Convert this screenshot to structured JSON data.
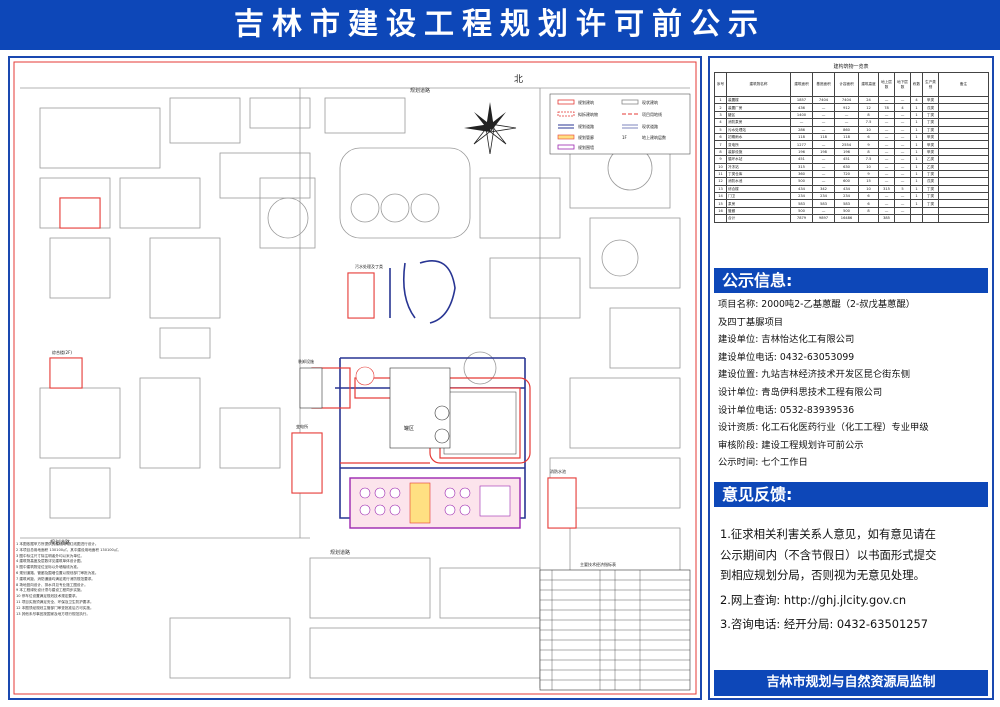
{
  "page_title": "吉林市建设工程规划许可前公示",
  "plan": {
    "north_label": "北",
    "road_labels": [
      "规划道路",
      "规划道路",
      "规划道路"
    ],
    "legend": [
      {
        "label": "规划建筑",
        "color": "#e53935"
      },
      {
        "label": "现状建筑",
        "color": "#888888"
      },
      {
        "label": "拟拆建筑物",
        "color": "#e53935"
      },
      {
        "label": "项目用地线",
        "color": "#e53935"
      },
      {
        "label": "规划道路",
        "color": "#283593"
      },
      {
        "label": "现状道路",
        "color": "#283593"
      },
      {
        "label": "规划管廊",
        "color": "#e53935"
      },
      {
        "label": "地上建筑层数",
        "color": "#000000"
      },
      {
        "label": "规划围墙",
        "color": "#9c27b0"
      }
    ],
    "building_labels": [
      "污水处理及丁类",
      "罐区",
      "装卸设施",
      "变电所",
      "消防水池",
      "综合楼(2F)"
    ],
    "notes": [
      "1 本图依据甲方所提供的建设用地红线图进行设计。",
      "2 本项目总用地面积 130100㎡，其中建设用地面积 130100㎡。",
      "3 图中标注尺寸除注明者外均以米为单位。",
      "4 建筑物高度及层数详见建筑单体设计图。",
      "5 图中建筑物定位坐标以外墙轴线为准。",
      "6 规划道路、管廊及围墙位置以规划部门审批为准。",
      "7 建筑间距、消防通道均满足现行消防规范要求。",
      "8 场地竖向设计、排水详见专业施工图设计。",
      "9 本工程绿化设计须与建设工程同步实施。",
      "10 停车位设置满足规划技术规定要求。",
      "11 项目实施须满足安全、环保及卫生防护要求。",
      "12 本图须经规划主管部门审查批准后方可实施。",
      "13 其他未尽事宜按国家及地方现行规范执行。"
    ],
    "indicator_title": "主要技术经济指标表"
  },
  "building_table": {
    "title": "建构筑物一览表",
    "columns": [
      "序号",
      "建筑物名称",
      "建筑面积",
      "基底面积",
      "计容面积",
      "建筑高度",
      "地上层数",
      "地下层数",
      "栋数",
      "生产类别",
      "备注"
    ],
    "rows": [
      [
        "1",
        "装置楼",
        "1857",
        "7404",
        "7404",
        "24",
        "—",
        "—",
        "4",
        "甲类",
        ""
      ],
      [
        "2",
        "装置厂房",
        "436",
        "—",
        "912",
        "12",
        "78",
        "4",
        "1",
        "戊类",
        ""
      ],
      [
        "3",
        "罐区",
        "1400",
        "—",
        "—",
        "8",
        "—",
        "—",
        "1",
        "丁类",
        ""
      ],
      [
        "4",
        "消防泵房",
        "—",
        "—",
        "—",
        "7.5",
        "—",
        "—",
        "1",
        "丁类",
        ""
      ],
      [
        "5",
        "污水处理站",
        "286",
        "—",
        "860",
        "10",
        "—",
        "—",
        "1",
        "丁类",
        ""
      ],
      [
        "6",
        "初期雨水",
        "118",
        "118",
        "118",
        "6",
        "—",
        "—",
        "1",
        "甲类",
        ""
      ],
      [
        "7",
        "变电所",
        "1277",
        "—",
        "2554",
        "9",
        "—",
        "—",
        "1",
        "甲类",
        ""
      ],
      [
        "8",
        "装卸设施",
        "196",
        "198",
        "196",
        "8",
        "—",
        "—",
        "1",
        "甲类",
        ""
      ],
      [
        "9",
        "循环水站",
        "451",
        "—",
        "451",
        "7.5",
        "—",
        "—",
        "1",
        "乙类",
        ""
      ],
      [
        "10",
        "冷冻站",
        "315",
        "—",
        "630",
        "10",
        "—",
        "—",
        "1",
        "乙类",
        ""
      ],
      [
        "11",
        "丁类仓库",
        "360",
        "—",
        "720",
        "9",
        "—",
        "—",
        "1",
        "丁类",
        ""
      ],
      [
        "12",
        "消防水池",
        "500",
        "—",
        "600",
        "15",
        "—",
        "—",
        "1",
        "戊类",
        ""
      ],
      [
        "13",
        "综合楼",
        "434",
        "342",
        "434",
        "10",
        "315",
        "5",
        "1",
        "丁类",
        ""
      ],
      [
        "14",
        "门卫",
        "234",
        "234",
        "234",
        "6",
        "—",
        "—",
        "1",
        "丁类",
        ""
      ],
      [
        "15",
        "泵房",
        "583",
        "583",
        "583",
        "6",
        "—",
        "—",
        "1",
        "丁类",
        ""
      ],
      [
        "16",
        "管廊",
        "500",
        "—",
        "500",
        "8",
        "—",
        "—",
        "",
        "",
        ""
      ],
      [
        "",
        "合计",
        "7879",
        "9897",
        "16486",
        "",
        "385",
        "",
        "",
        "",
        ""
      ]
    ]
  },
  "info": {
    "heading": "公示信息:",
    "lines": [
      "项目名称: 2000吨2-乙基蒽醌（2-叔戊基蒽醌）",
      "及四丁基脲项目",
      "建设单位: 吉林怡达化工有限公司",
      "建设单位电话: 0432-63053099",
      "建设位置: 九站吉林经济技术开发区昆仑街东侧",
      "设计单位: 青岛伊科思技术工程有限公司",
      "设计单位电话: 0532-83939536",
      "设计资质: 化工石化医药行业（化工工程）专业甲级",
      "审核阶段: 建设工程规划许可前公示",
      "公示时间: 七个工作日"
    ]
  },
  "feedback": {
    "heading": "意见反馈:",
    "lines_1": [
      "1.征求相关利害关系人意见，如有意见请在",
      "公示期间内（不含节假日）以书面形式提交",
      "到相应规划分局，否则视为无意见处理。"
    ],
    "line_2": "2.网上查询: http://ghj.jlcity.gov.cn",
    "line_3": "3.咨询电话: 经开分局: 0432-63501257"
  },
  "footer": "吉林市规划与自然资源局监制",
  "colors": {
    "brand_blue": "#0d47b8",
    "planned_red": "#e53935",
    "road_blue": "#283593",
    "wall_purple": "#9c27b0"
  }
}
